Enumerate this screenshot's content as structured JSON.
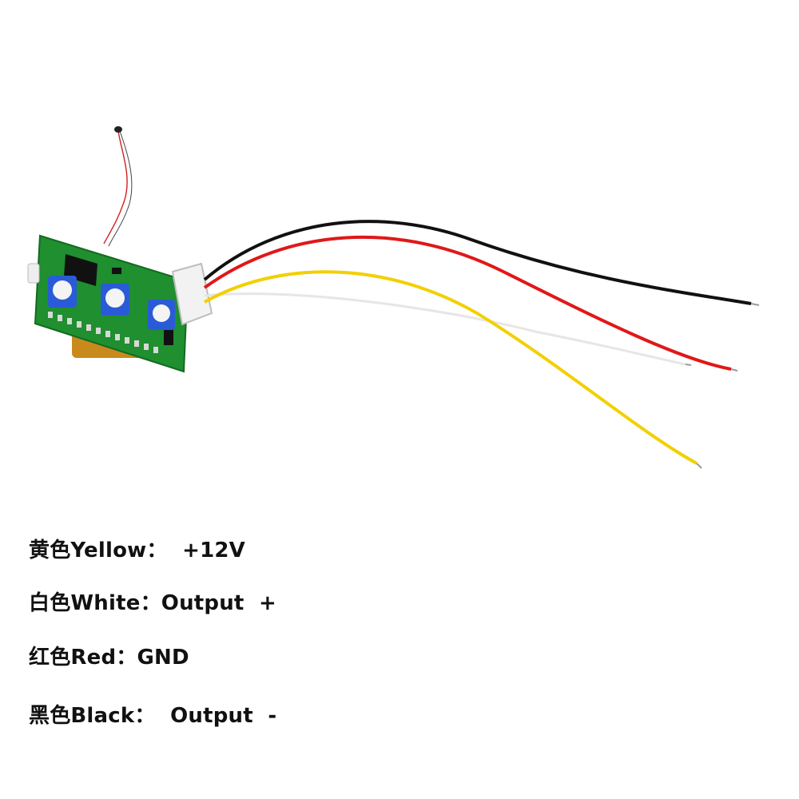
{
  "photo": {
    "subject": "sensor-module-with-wires",
    "wire_colors": {
      "black": "#111111",
      "red": "#e01818",
      "white": "#e6e6e6",
      "yellow": "#f2d000",
      "thermistor_lead": "#d42020",
      "pcb_green": "#1f8f2f",
      "pot_blue": "#2a5bd7"
    }
  },
  "legend": {
    "yellow": "黄色Yellow：  +12V",
    "white": "白色White：Output  +",
    "red": "红色Red：GND",
    "black": "黑色Black：  Output  -"
  }
}
